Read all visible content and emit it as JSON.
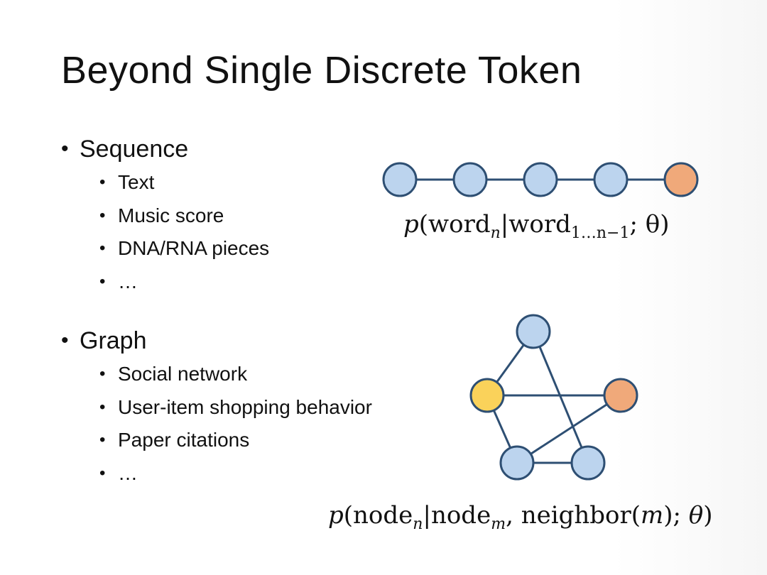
{
  "title": "Beyond Single Discrete Token",
  "bullet_symbol": "•",
  "sections": [
    {
      "label": "Sequence",
      "items": [
        "Text",
        "Music score",
        "DNA/RNA pieces",
        "…"
      ]
    },
    {
      "label": "Graph",
      "items": [
        "Social network",
        "User-item shopping behavior",
        "Paper citations",
        "…"
      ]
    }
  ],
  "colors": {
    "node_blue": "#bcd4ee",
    "node_orange": "#f0a97a",
    "node_yellow": "#fad25a",
    "stroke": "#2e4f73"
  },
  "formulas": {
    "sequence": {
      "p": "p",
      "open": "(",
      "word": "word",
      "n": "n",
      "bar": "|",
      "word2": "word",
      "range": "1…n−1",
      "theta": "; θ",
      "close": ")"
    },
    "graph": {
      "p": "p",
      "open": "(",
      "node": "node",
      "n": "n",
      "bar": "|",
      "node2": "node",
      "m": "m",
      "rest1": ", neighbor(",
      "m2": "m",
      "rest2": "); ",
      "theta": "θ",
      "close": ")"
    }
  }
}
